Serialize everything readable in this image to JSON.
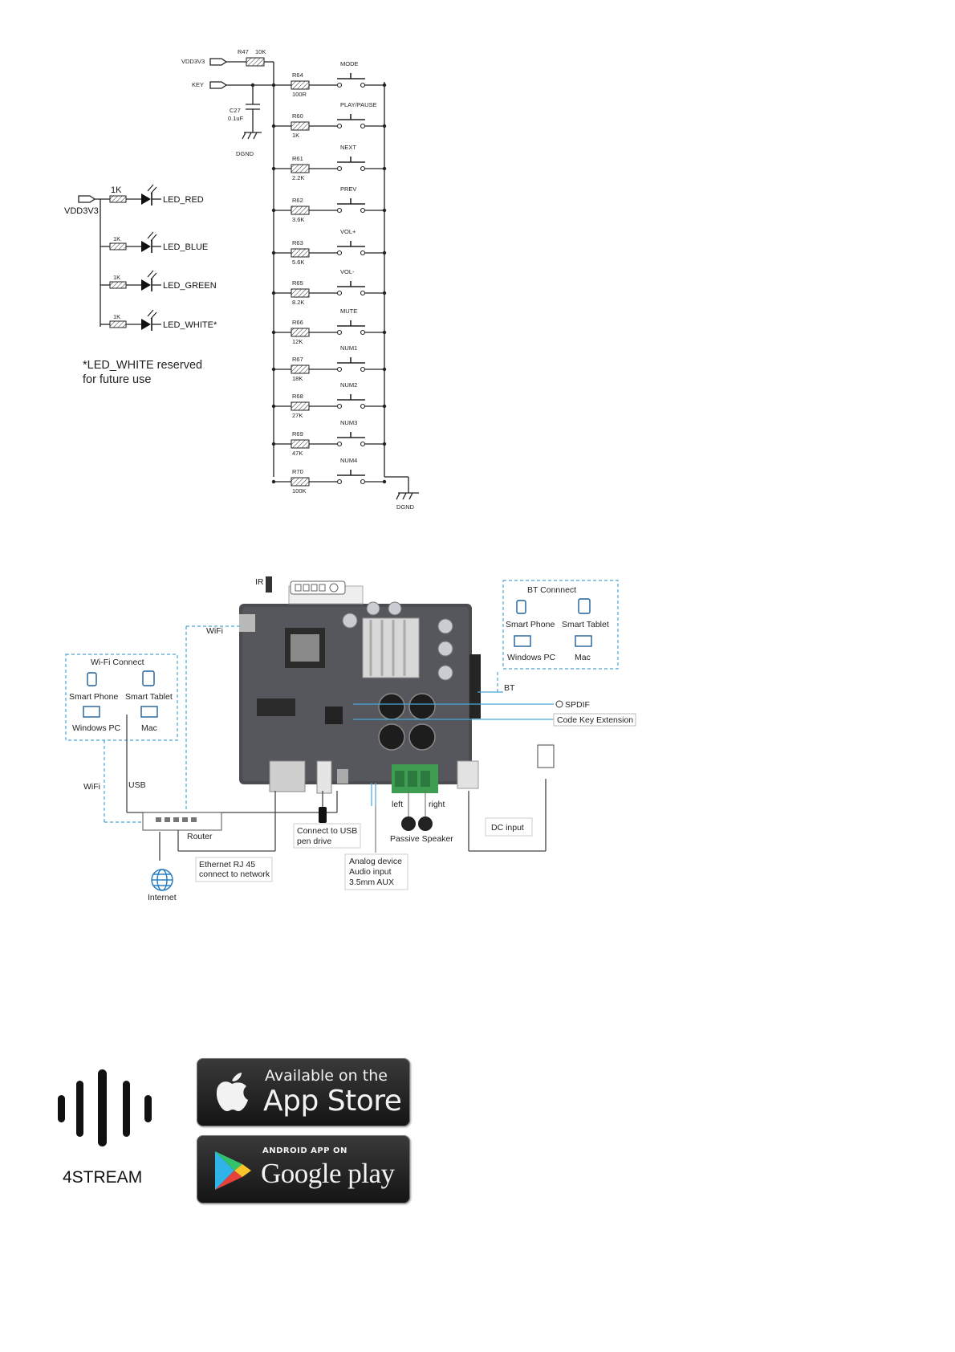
{
  "schematic": {
    "top_net": "VDD3V3",
    "key_net": "KEY",
    "r47": {
      "name": "R47",
      "value": "10K"
    },
    "cap": {
      "name": "C27",
      "value": "0.1uF"
    },
    "gnd": "DGND",
    "buttons": [
      {
        "label": "MODE",
        "ref": "R64",
        "value": "100R"
      },
      {
        "label": "PLAY/PAUSE",
        "ref": "R60",
        "value": "1K"
      },
      {
        "label": "NEXT",
        "ref": "R61",
        "value": "2.2K"
      },
      {
        "label": "PREV",
        "ref": "R62",
        "value": "3.6K"
      },
      {
        "label": "VOL+",
        "ref": "R63",
        "value": "5.6K"
      },
      {
        "label": "VOL-",
        "ref": "R65",
        "value": "8.2K"
      },
      {
        "label": "MUTE",
        "ref": "R66",
        "value": "12K"
      },
      {
        "label": "NUM1",
        "ref": "R67",
        "value": "18K"
      },
      {
        "label": "NUM2",
        "ref": "R68",
        "value": "27K"
      },
      {
        "label": "NUM3",
        "ref": "R69",
        "value": "47K"
      },
      {
        "label": "NUM4",
        "ref": "R70",
        "value": "100K"
      }
    ],
    "led_supply": "VDD3V3",
    "leds": [
      {
        "label": "LED_RED",
        "res": "1K"
      },
      {
        "label": "LED_BLUE",
        "res": "1K"
      },
      {
        "label": "LED_GREEN",
        "res": "1K"
      },
      {
        "label": "LED_WHITE*",
        "res": "1K"
      }
    ],
    "note_line1": "*LED_WHITE reserved",
    "note_line2": "for future use"
  },
  "diagram": {
    "ir": "IR",
    "wifi_top": "WiFi",
    "wifi_box": {
      "title": "Wi-Fi Connect",
      "devices": [
        "Smart Phone",
        "Smart Tablet",
        "Windows PC",
        "Mac"
      ]
    },
    "bt_box": {
      "title": "BT Connnect",
      "devices": [
        "Smart Phone",
        "Smart Tablet",
        "Windows PC",
        "Mac"
      ]
    },
    "bt": "BT",
    "spdif": "SPDIF",
    "code_key": "Code Key Extension",
    "wifi_left": "WiFi",
    "usb": "USB",
    "router": "Router",
    "internet": "Internet",
    "ethernet_line1": "Ethernet RJ 45",
    "ethernet_line2": "connect to network",
    "usb_drive_line1": "Connect to USB",
    "usb_drive_line2": "pen drive",
    "analog_line1": "Analog device",
    "analog_line2": "Audio input",
    "analog_line3": "3.5mm AUX",
    "left": "left",
    "right": "right",
    "speaker": "Passive Speaker",
    "dc": "DC input"
  },
  "brand": {
    "name": "4STREAM"
  },
  "badges": {
    "appstore_small": "Available on the",
    "appstore_big": "App Store",
    "play_small": "ANDROID APP ON",
    "play_big": "Google play"
  }
}
